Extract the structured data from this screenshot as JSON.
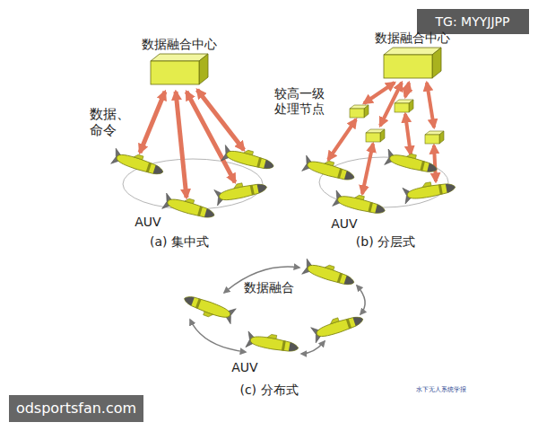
{
  "diagram": {
    "nodes": [
      {
        "text": [
          "数据融合中心"
        ]
      },
      {
        "text": [
          "数据融合中心"
        ]
      }
    ],
    "labels": [
      "数据、命令",
      "AUV",
      "(a) 集中式",
      "较高一级处理节点",
      "AUV",
      "(b) 分层式",
      "数据融合",
      "AUV",
      "(c) 分布式",
      "水下无人系统学报",
      "TG: MYYJJPP",
      "odsportsfan.com"
    ]
  }
}
